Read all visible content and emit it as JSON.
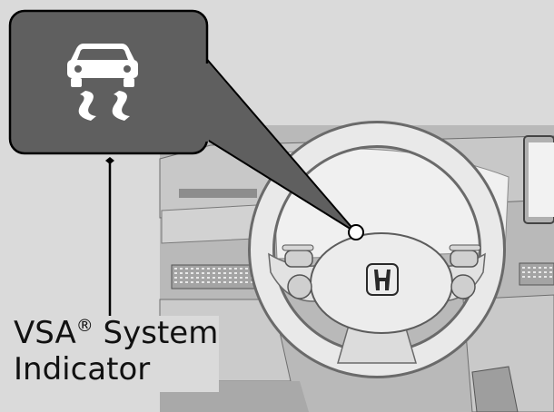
{
  "caption": {
    "line1_prefix": "VSA",
    "registered_mark": "®",
    "line1_suffix": " System",
    "line2": "Indicator"
  },
  "icons": {
    "indicator": "vsa-skid-car-icon",
    "steering_emblem": "honda-h-logo"
  },
  "colors": {
    "background": "#dadada",
    "callout_fill": "#5f5f5f",
    "callout_icon": "#ffffff",
    "leader_line": "#000000",
    "caption_text": "#111111"
  }
}
